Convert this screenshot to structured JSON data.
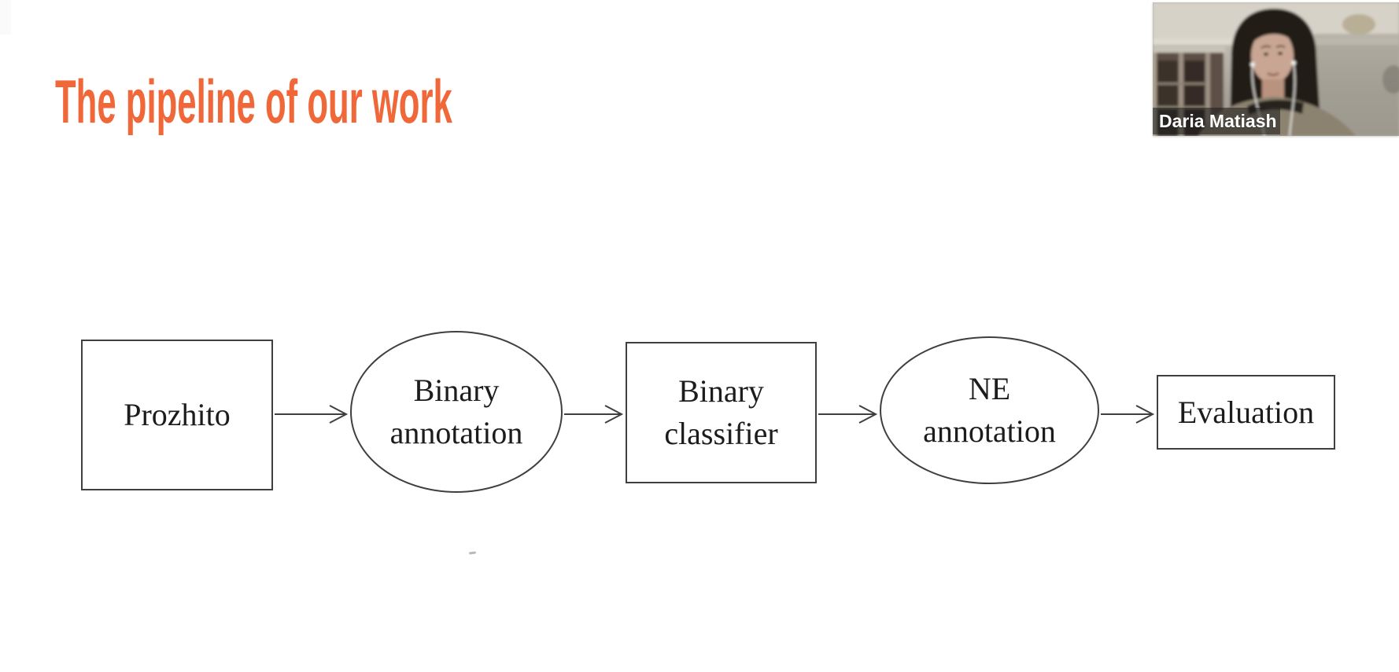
{
  "slide": {
    "title": "The pipeline of our work"
  },
  "colors": {
    "accent_orange": "#f0683a",
    "diagram_stroke": "#3f3f3f",
    "diagram_text": "#1c1c1c"
  },
  "diagram": {
    "nodes": [
      {
        "id": "prozhito",
        "shape": "rect",
        "label_lines": [
          "Prozhito"
        ]
      },
      {
        "id": "binary-annotation",
        "shape": "ellipse",
        "label_lines": [
          "Binary",
          "annotation"
        ]
      },
      {
        "id": "binary-classifier",
        "shape": "rect",
        "label_lines": [
          "Binary",
          "classifier"
        ]
      },
      {
        "id": "ne-annotation",
        "shape": "ellipse",
        "label_lines": [
          "NE",
          "annotation"
        ]
      },
      {
        "id": "evaluation",
        "shape": "rect",
        "label_lines": [
          "Evaluation"
        ]
      }
    ],
    "connectors": [
      {
        "from": "prozhito",
        "to": "binary-annotation",
        "style": "open-arrow"
      },
      {
        "from": "binary-annotation",
        "to": "binary-classifier",
        "style": "open-arrow"
      },
      {
        "from": "binary-classifier",
        "to": "ne-annotation",
        "style": "open-arrow"
      },
      {
        "from": "ne-annotation",
        "to": "evaluation",
        "style": "open-arrow"
      }
    ]
  },
  "webcam": {
    "participant_name": "Daria Matiash"
  }
}
